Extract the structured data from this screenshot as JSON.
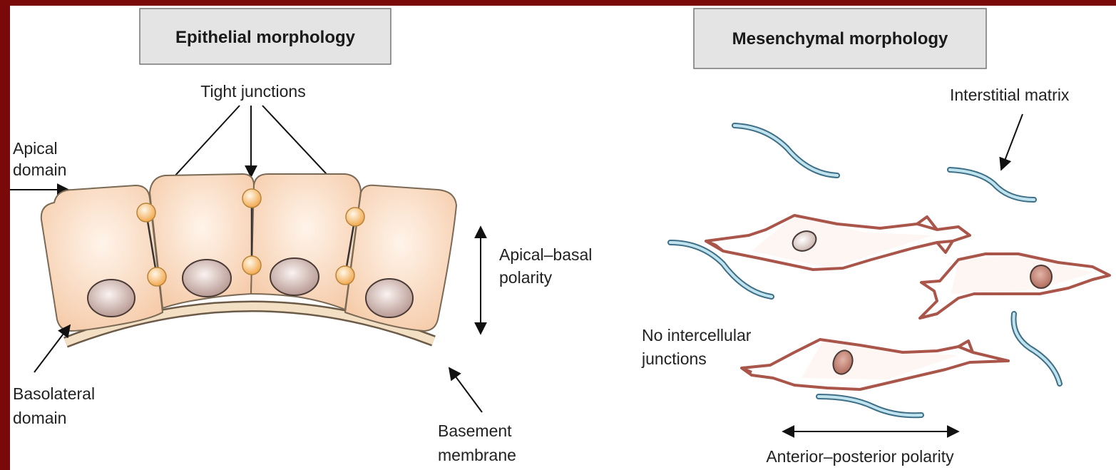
{
  "left_panel": {
    "title": "Epithelial morphology",
    "labels": {
      "tight_junctions": "Tight junctions",
      "apical_line1": "Apical",
      "apical_line2": "domain",
      "basolateral_line1": "Basolateral",
      "basolateral_line2": "domain",
      "polarity_line1": "Apical–basal",
      "polarity_line2": "polarity",
      "basement_line1": "Basement",
      "basement_line2": "membrane"
    }
  },
  "right_panel": {
    "title": "Mesenchymal morphology",
    "labels": {
      "interstitial_matrix": "Interstitial matrix",
      "no_junctions_line1": "No intercellular",
      "no_junctions_line2": "junctions",
      "ap_polarity": "Anterior–posterior polarity"
    }
  },
  "colors": {
    "frame": "#7a0a0a",
    "cell_fill": "#f7d3b6",
    "cell_stroke": "#7a6a55",
    "junction": "#f3b25a",
    "fiber": "#3f6f86",
    "fiber_light": "#bfe3ef",
    "mesenchymal_cell": "#a9554a",
    "title_box": "#e4e4e4"
  }
}
